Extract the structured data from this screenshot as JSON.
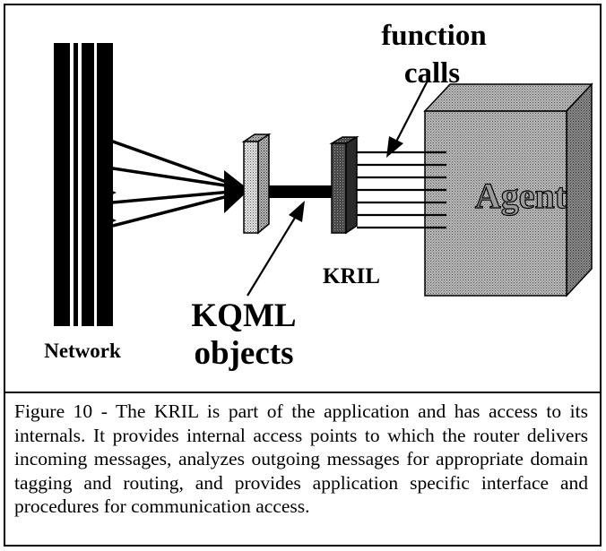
{
  "diagram": {
    "labels": {
      "function_calls_line1": "function",
      "function_calls_line2": "calls",
      "agent": "Agent",
      "kril": "KRIL",
      "kqml_line1": "KQML",
      "kqml_line2": "objects",
      "network": "Network"
    }
  },
  "caption": {
    "text": "Figure 10 - The KRIL is part of the application and has access to its internals. It provides internal access points to which the router delivers incoming messages, analyzes outgoing messages for appropriate domain tagging and routing, and provides application specific interface and procedures for communication access."
  },
  "colors": {
    "ink": "#000000",
    "stipple_light": "#c8c8c8",
    "stipple_dark": "#3c3c3c",
    "agent_face": "#a9a9a9"
  }
}
